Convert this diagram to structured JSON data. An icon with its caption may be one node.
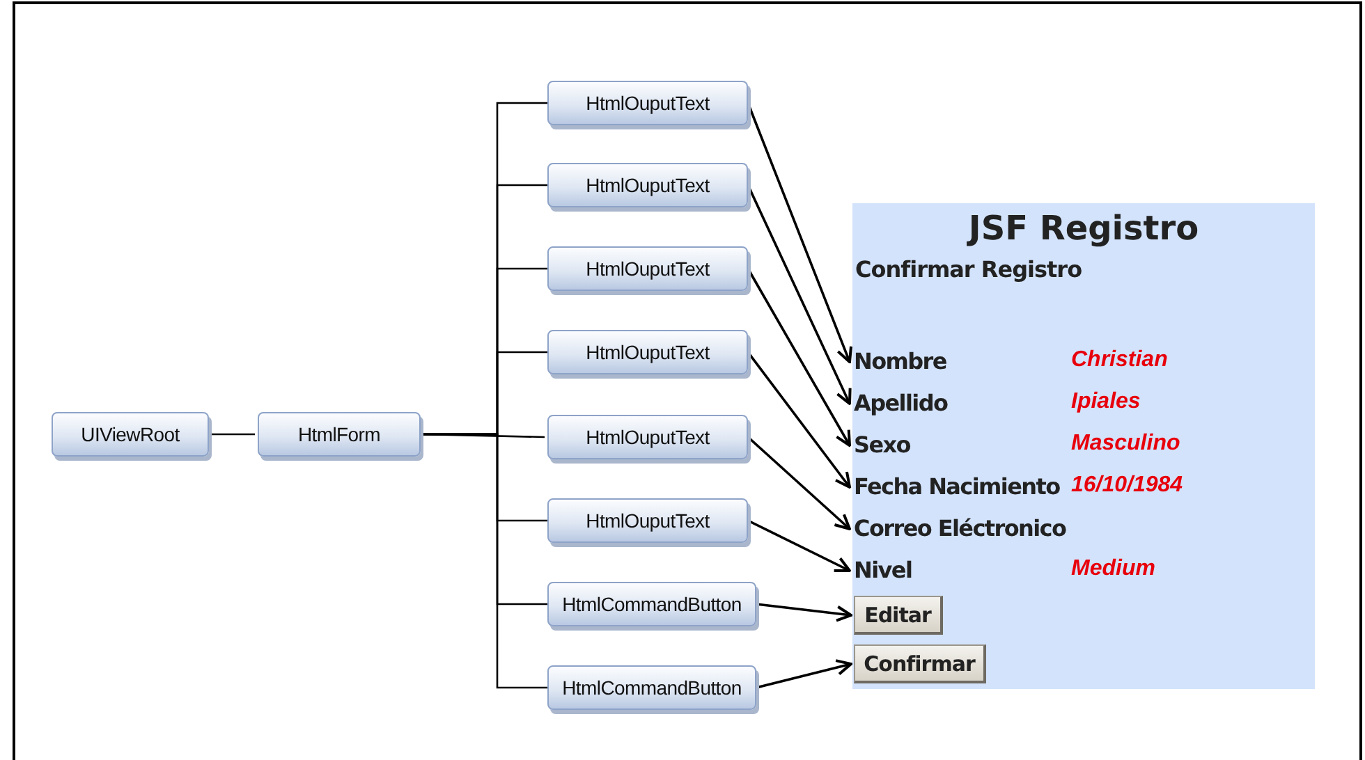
{
  "diagram": {
    "nodes": [
      {
        "text": [
          "UIViewRoot"
        ]
      },
      {
        "text": [
          "HtmlForm"
        ]
      },
      {
        "text": [
          "HtmlOuputText"
        ]
      },
      {
        "text": [
          "HtmlOuputText"
        ]
      },
      {
        "text": [
          "HtmlOuputText"
        ]
      },
      {
        "text": [
          "HtmlOuputText"
        ]
      },
      {
        "text": [
          "HtmlOuputText"
        ]
      },
      {
        "text": [
          "HtmlOuputText"
        ]
      },
      {
        "text": [
          "HtmlCommandButton"
        ]
      },
      {
        "text": [
          "HtmlCommandButton"
        ]
      },
      {
        "text": [
          "JSF Registro",
          "Confirmar Registro"
        ]
      },
      {
        "text": [
          "Nombre"
        ],
        "in": 10,
        "beside": [
          "Christian"
        ]
      },
      {
        "text": [
          "Apellido"
        ],
        "in": 10,
        "beside": [
          "Ipiales"
        ]
      },
      {
        "text": [
          "Sexo"
        ],
        "in": 10,
        "beside": [
          "Masculino"
        ]
      },
      {
        "text": [
          "Fecha Nacimiento"
        ],
        "in": 10,
        "beside": [
          "16/10/1984"
        ]
      },
      {
        "text": [
          "Correo Eléctronico"
        ],
        "in": 10
      },
      {
        "text": [
          "Nivel"
        ],
        "in": 10,
        "beside": [
          "Medium"
        ]
      },
      {
        "text": [
          "Editar"
        ],
        "in": 10
      },
      {
        "text": [
          "Confirmar"
        ],
        "in": 10
      }
    ],
    "edges": [
      {
        "from": 0,
        "to": 1,
        "arrow": "none"
      },
      {
        "from": 1,
        "to": 2,
        "arrow": "none"
      },
      {
        "from": 1,
        "to": 3,
        "arrow": "none"
      },
      {
        "from": 1,
        "to": 4,
        "arrow": "none"
      },
      {
        "from": 1,
        "to": 5,
        "arrow": "none"
      },
      {
        "from": 1,
        "to": 6,
        "arrow": "none"
      },
      {
        "from": 1,
        "to": 7,
        "arrow": "none"
      },
      {
        "from": 1,
        "to": 8,
        "arrow": "none"
      },
      {
        "from": 1,
        "to": 9,
        "arrow": "none"
      },
      {
        "from": 2,
        "to": 11,
        "arrow": "to"
      },
      {
        "from": 3,
        "to": 12,
        "arrow": "to"
      },
      {
        "from": 4,
        "to": 13,
        "arrow": "to"
      },
      {
        "from": 5,
        "to": 14,
        "arrow": "to"
      },
      {
        "from": 6,
        "to": 15,
        "arrow": "to"
      },
      {
        "from": 7,
        "to": 16,
        "arrow": "to"
      },
      {
        "from": 8,
        "to": 17,
        "arrow": "to"
      },
      {
        "from": 9,
        "to": 18,
        "arrow": "to"
      }
    ]
  }
}
